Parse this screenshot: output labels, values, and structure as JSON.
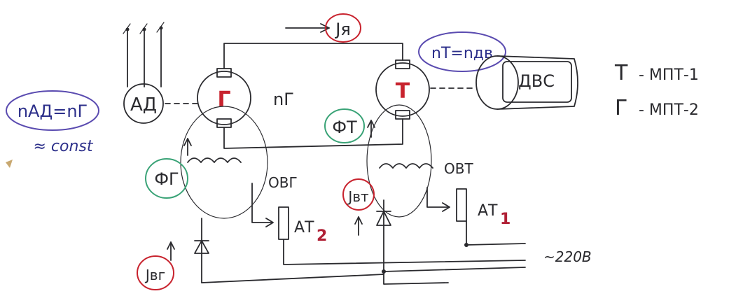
{
  "colors": {
    "ink": "#2a2a2e",
    "red": "#c8232e",
    "blue": "#2c2f8a",
    "green": "#3aa377",
    "purple": "#5a4bb0",
    "accent": "#b02035"
  },
  "labels": {
    "speed_eq": "nАД=nГ",
    "approx_const": "≈ const",
    "motor": "АД",
    "generator": "Г",
    "n_g": "nГ",
    "id_current": "Jя",
    "n_t_eq": "nТ=nдв",
    "dvs": "ДВС",
    "tachometer": "Т",
    "phi_t": "ФТ",
    "phi_g": "ФГ",
    "obt_left": "ОВГ",
    "obt_right": "ОВТ",
    "at2": "АТ",
    "at2_sub": "2",
    "at1": "АТ",
    "at1_sub": "1",
    "jvt": "Jвт",
    "jvg": "Jвг",
    "supply": "~220В"
  },
  "legend": [
    {
      "symbol": "Т",
      "text": "- МПТ-1"
    },
    {
      "symbol": "Г",
      "text": "- МПТ-2"
    }
  ]
}
